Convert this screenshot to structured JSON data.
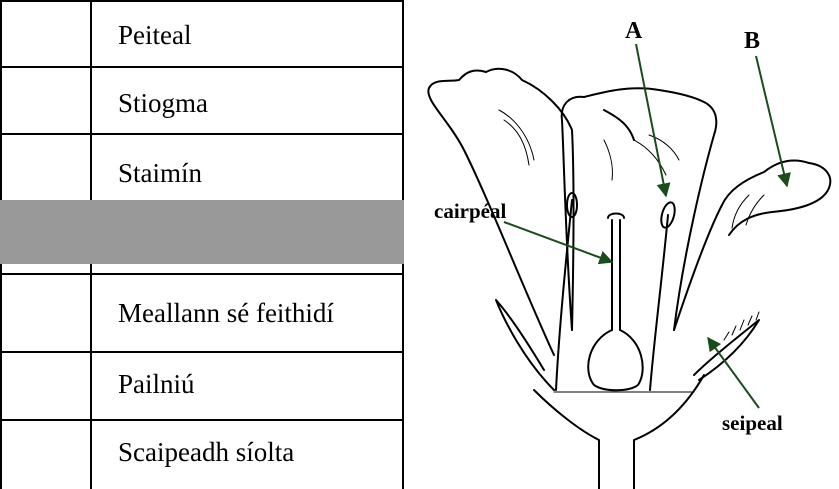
{
  "table": {
    "rows": [
      {
        "text": "Peiteal"
      },
      {
        "text": "Stiogma"
      },
      {
        "text": "Staimín"
      },
      {
        "text": ""
      },
      {
        "text": "Meallann sé feithidí"
      },
      {
        "text": "Pailniú"
      },
      {
        "text": "Scaipeadh síolta"
      }
    ]
  },
  "diagram": {
    "labels": {
      "a": "A",
      "b": "B",
      "carpel": "cairpéal",
      "sepal": "seipeal"
    },
    "arrow_color": "#1a4d1a"
  }
}
